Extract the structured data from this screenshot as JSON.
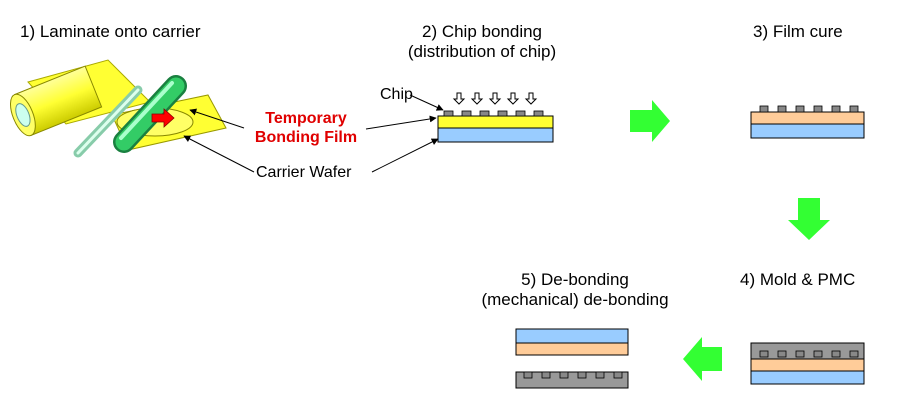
{
  "steps": {
    "s1": "1)  Laminate onto carrier",
    "s2_line1": "2) Chip bonding",
    "s2_line2": "(distribution of chip)",
    "s3": "3) Film cure",
    "s4": "4) Mold & PMC",
    "s5_line1": "5) De-bonding",
    "s5_line2": "(mechanical) de-bonding"
  },
  "callouts": {
    "chip": "Chip",
    "film_line1": "Temporary",
    "film_line2": "Bonding Film",
    "wafer": "Carrier Wafer"
  },
  "colors": {
    "film_yellow": "#ffff33",
    "film_red_text": "#e00000",
    "carrier_blue": "#99ccff",
    "adhesive_peach": "#ffcc99",
    "mold_gray": "#999999",
    "chip_gray": "#888888",
    "arrow_green": "#33ff33",
    "roller_green": "#33cc66"
  }
}
